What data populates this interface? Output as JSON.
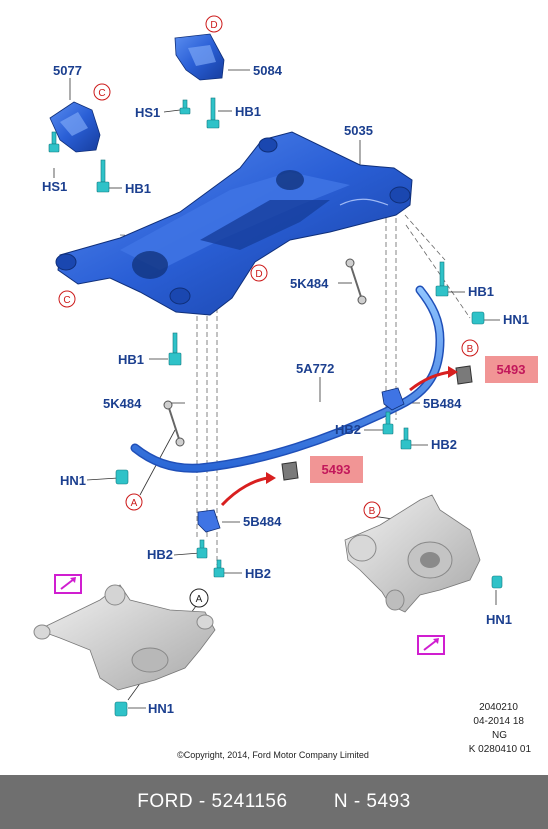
{
  "parts": {
    "p5077": "5077",
    "p5084": "5084",
    "p5035": "5035",
    "hs1_top": "HS1",
    "hb1_top": "HB1",
    "hs1_left": "HS1",
    "hb1_left": "HB1",
    "p5k484_top": "5K484",
    "hb1_right": "HB1",
    "hn1_right": "HN1",
    "hb1_mid": "HB1",
    "p5a772": "5A772",
    "p5k484_left": "5K484",
    "p5b484_right": "5B484",
    "hb2_right_a": "HB2",
    "hb2_right_b": "HB2",
    "hn1_left": "HN1",
    "p5b484_left": "5B484",
    "hb2_left_a": "HB2",
    "hb2_left_b": "HB2",
    "hn1_knuckle": "HN1",
    "hn1_bottom": "HN1"
  },
  "highlight": {
    "part_upper": "5493",
    "part_lower": "5493"
  },
  "callouts": {
    "d_top": "D",
    "c_top": "C",
    "c_left": "C",
    "d_mid": "D",
    "b_bar": "B",
    "a_bar": "A",
    "b_knuckle": "B",
    "a_bottom": "A"
  },
  "meta": {
    "line1": "2040210",
    "line2": "04-2014 18",
    "line3": "NG",
    "line4": "K 0280410 01",
    "copyright": "©Copyright, 2014, Ford Motor Company Limited"
  },
  "footer": {
    "brand_part": "FORD - 5241156",
    "ref": "N - 5493"
  },
  "colors": {
    "subframe_blue": "#2a5fd6",
    "fastener_cyan": "#2fc2c8",
    "highlight_fill": "#f08a8a",
    "arrow_red": "#d81f1f",
    "label_blue": "#1b3f8f",
    "footer_gray": "#6f6f6f"
  }
}
